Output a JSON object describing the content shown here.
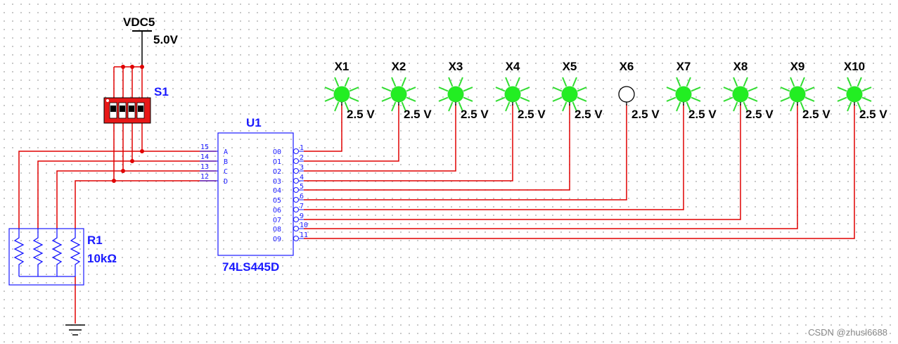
{
  "power": {
    "name": "VDC5",
    "voltage": "5.0V"
  },
  "switch": {
    "ref": "S1"
  },
  "chip": {
    "ref": "U1",
    "part": "74LS445D",
    "inputs": [
      {
        "pin": "15",
        "label": "A"
      },
      {
        "pin": "14",
        "label": "B"
      },
      {
        "pin": "13",
        "label": "C"
      },
      {
        "pin": "12",
        "label": "D"
      }
    ],
    "outputs": [
      {
        "pin": "1",
        "label": "O0"
      },
      {
        "pin": "2",
        "label": "O1"
      },
      {
        "pin": "3",
        "label": "O2"
      },
      {
        "pin": "4",
        "label": "O3"
      },
      {
        "pin": "5",
        "label": "O4"
      },
      {
        "pin": "6",
        "label": "O5"
      },
      {
        "pin": "7",
        "label": "O6"
      },
      {
        "pin": "9",
        "label": "O7"
      },
      {
        "pin": "10",
        "label": "O8"
      },
      {
        "pin": "11",
        "label": "O9"
      }
    ]
  },
  "resistor": {
    "ref": "R1",
    "value": "10kΩ"
  },
  "probes": [
    {
      "ref": "X1",
      "value": "2.5 V",
      "lit": true
    },
    {
      "ref": "X2",
      "value": "2.5 V",
      "lit": true
    },
    {
      "ref": "X3",
      "value": "2.5 V",
      "lit": true
    },
    {
      "ref": "X4",
      "value": "2.5 V",
      "lit": true
    },
    {
      "ref": "X5",
      "value": "2.5 V",
      "lit": true
    },
    {
      "ref": "X6",
      "value": "2.5 V",
      "lit": false
    },
    {
      "ref": "X7",
      "value": "2.5 V",
      "lit": true
    },
    {
      "ref": "X8",
      "value": "2.5 V",
      "lit": true
    },
    {
      "ref": "X9",
      "value": "2.5 V",
      "lit": true
    },
    {
      "ref": "X10",
      "value": "2.5 V",
      "lit": true
    }
  ],
  "watermark": "CSDN @zhusl6688",
  "colors": {
    "wire": "#e00000",
    "component": "#1a1aff",
    "lamp_on": "#22ee22",
    "lamp_glow": "#33dd33"
  }
}
